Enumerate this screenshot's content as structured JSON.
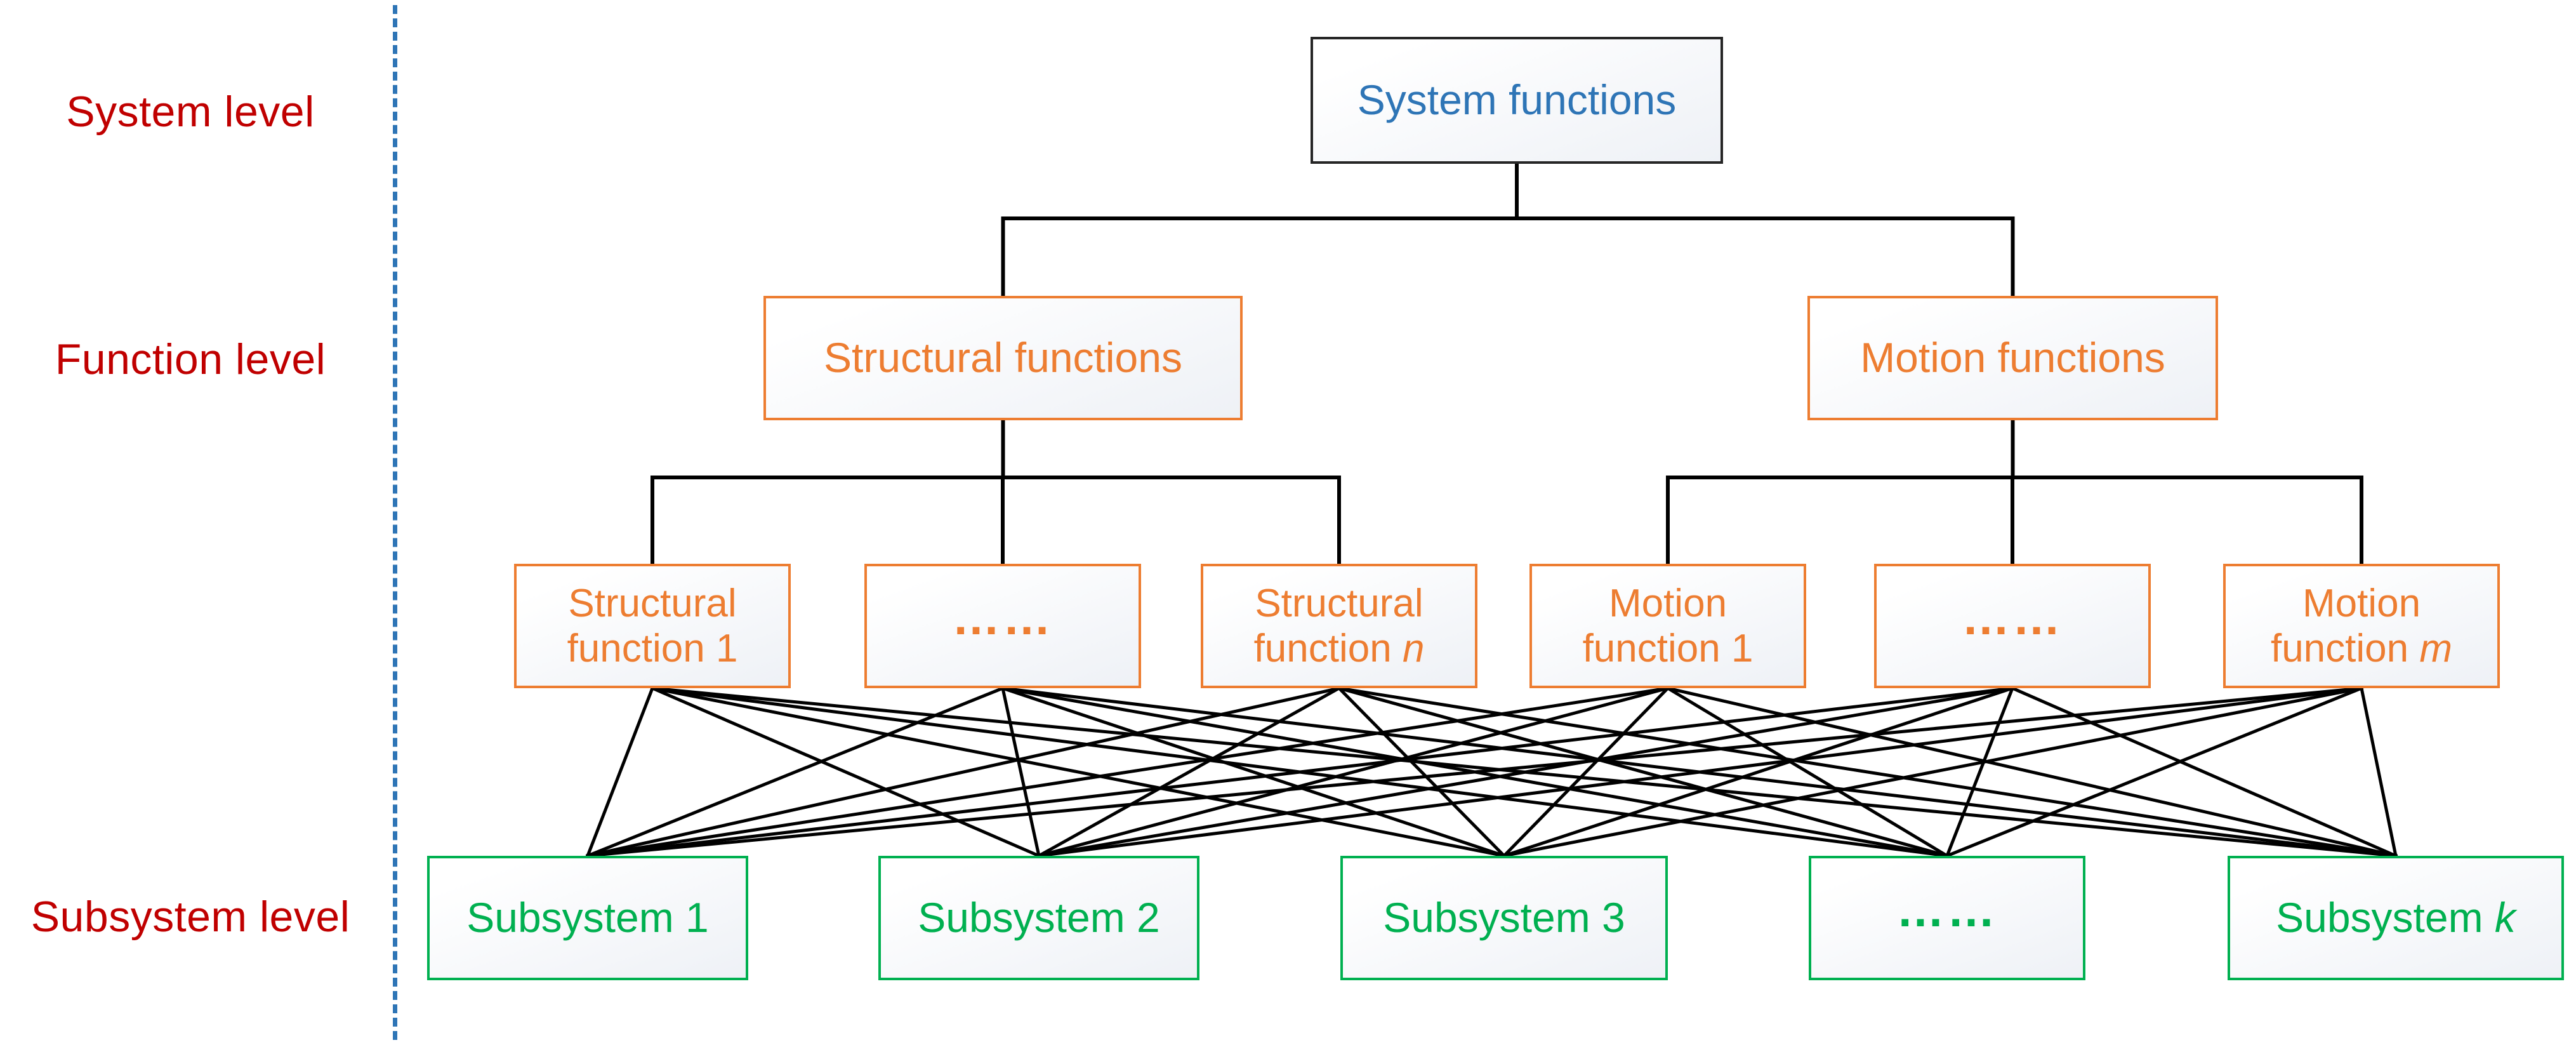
{
  "levels": [
    {
      "label": "System level"
    },
    {
      "label": "Function level"
    },
    {
      "label": "Subsystem level"
    }
  ],
  "boxes": {
    "system": {
      "label": "System functions"
    },
    "structural": {
      "label": "Structural functions"
    },
    "motion": {
      "label": "Motion functions"
    },
    "structural_fn_1": {
      "line1": "Structural",
      "line2": "function 1"
    },
    "structural_ellipsis": {
      "label": "……"
    },
    "structural_fn_n": {
      "line1": "Structural",
      "line2": "function ",
      "var": "n"
    },
    "motion_fn_1": {
      "line1": "Motion",
      "line2": "function 1"
    },
    "motion_ellipsis": {
      "label": "……"
    },
    "motion_fn_m": {
      "line1": "Motion",
      "line2": "function ",
      "var": "m"
    },
    "subsystem_1": {
      "label": "Subsystem 1"
    },
    "subsystem_2": {
      "label": "Subsystem 2"
    },
    "subsystem_3": {
      "label": "Subsystem 3"
    },
    "subsystem_ellipsis": {
      "label": "……"
    },
    "subsystem_k": {
      "label": "Subsystem ",
      "var": "k"
    }
  },
  "colors": {
    "level_label": "#C00000",
    "divider_blue": "#2E75B6",
    "system_text": "#2E75B6",
    "system_border": "#262626",
    "orange": "#ED7D31",
    "green": "#00B050",
    "connector": "#000000"
  }
}
